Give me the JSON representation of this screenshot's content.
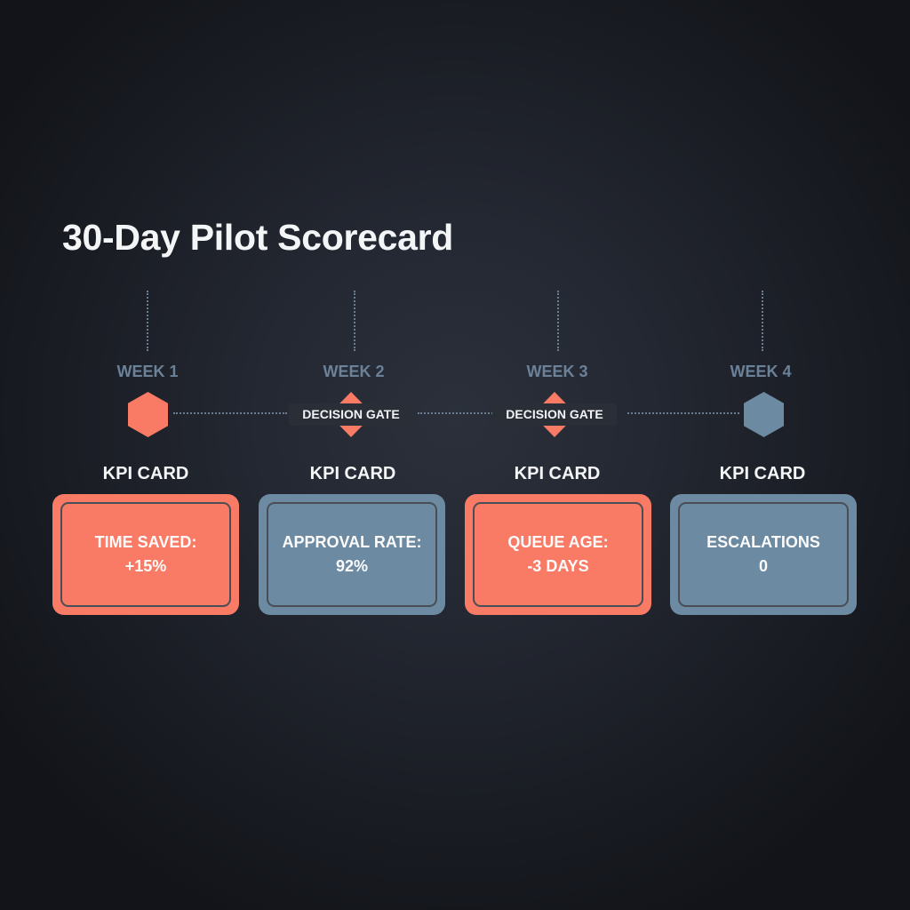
{
  "title": "30-Day Pilot Scorecard",
  "colors": {
    "accent_orange": "#f97b65",
    "accent_blue": "#6c8aa2",
    "week_label": "#6b8198",
    "connector": "#6b7d91",
    "background_center": "#2b303b",
    "background_edge": "#121419"
  },
  "timeline": {
    "weeks": [
      {
        "label": "WEEK 1",
        "marker": "hexagon",
        "marker_color": "orange"
      },
      {
        "label": "WEEK 2",
        "marker": "decision-gate",
        "gate_label": "DECISION GATE"
      },
      {
        "label": "WEEK 3",
        "marker": "decision-gate",
        "gate_label": "DECISION GATE"
      },
      {
        "label": "WEEK 4",
        "marker": "hexagon",
        "marker_color": "blue"
      }
    ]
  },
  "kpi_cards": [
    {
      "heading": "KPI CARD",
      "metric": "TIME SAVED:",
      "value": "+15%",
      "color": "orange"
    },
    {
      "heading": "KPI CARD",
      "metric": "APPROVAL RATE:",
      "value": "92%",
      "color": "blue"
    },
    {
      "heading": "KPI CARD",
      "metric": "QUEUE AGE:",
      "value": "-3 DAYS",
      "color": "orange"
    },
    {
      "heading": "KPI CARD",
      "metric": "ESCALATIONS",
      "value": "0",
      "color": "blue"
    }
  ]
}
